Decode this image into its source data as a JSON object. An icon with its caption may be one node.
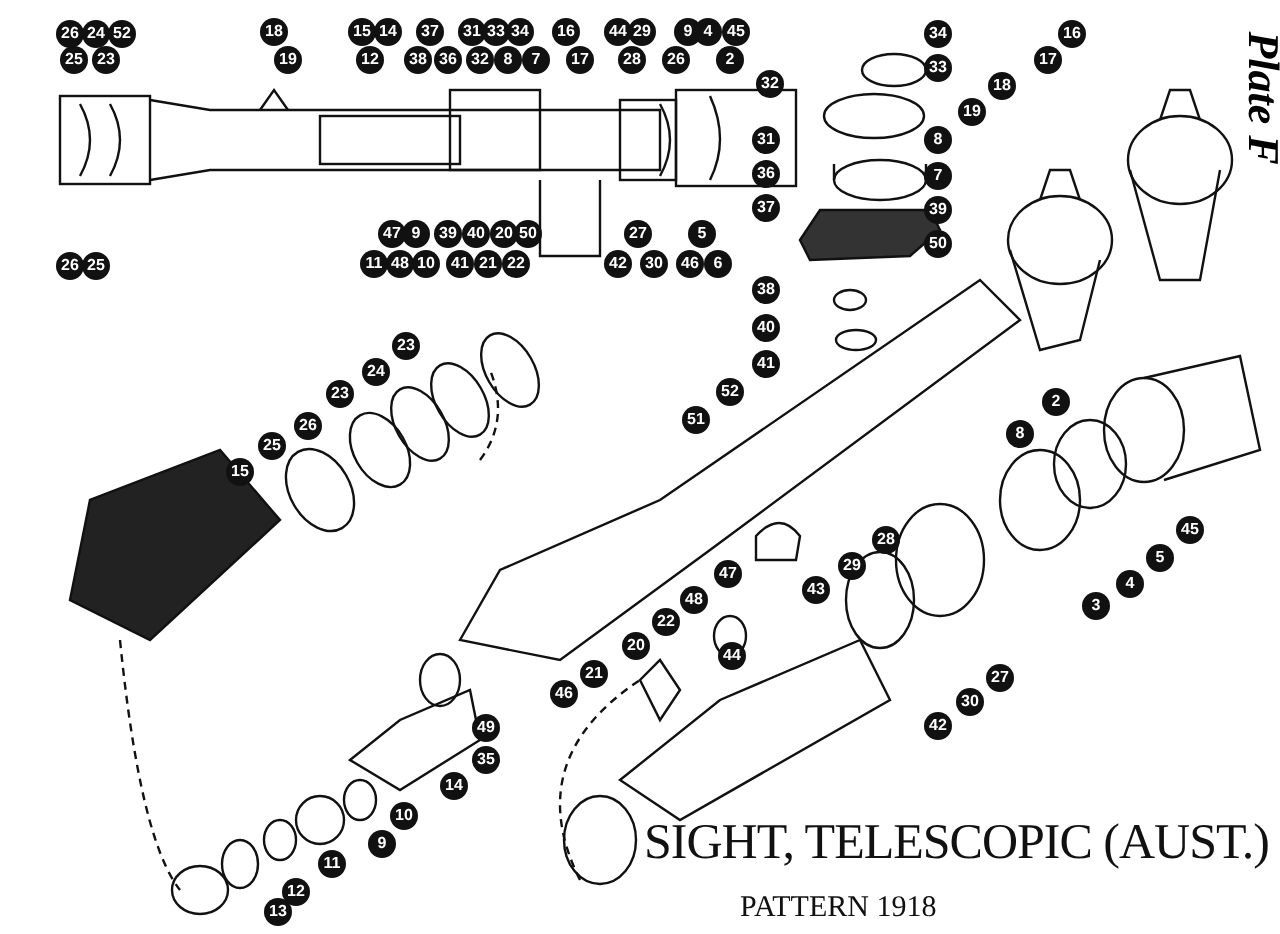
{
  "diagram": {
    "title": "SIGHT, TELESCOPIC (AUST.)",
    "labels": [
      "Plate F",
      "26",
      "24",
      "52",
      "18",
      "15",
      "14",
      "37",
      "31",
      "33",
      "34",
      "16",
      "44",
      "29",
      "9",
      "4",
      "45",
      "34",
      "16",
      "25",
      "23",
      "19",
      "12",
      "38",
      "36",
      "32",
      "8",
      "7",
      "17",
      "28",
      "26",
      "2",
      "17",
      "33",
      "32",
      "18",
      "19",
      "31",
      "8",
      "36",
      "7",
      "37",
      "39",
      "50",
      "47",
      "9",
      "39",
      "40",
      "20",
      "50",
      "27",
      "5",
      "26",
      "25",
      "11",
      "48",
      "10",
      "41",
      "21",
      "22",
      "42",
      "30",
      "46",
      "6",
      "38",
      "40",
      "23",
      "41",
      "24",
      "23",
      "52",
      "2",
      "26",
      "51",
      "8",
      "25",
      "15",
      "45",
      "28",
      "5",
      "29",
      "47",
      "4",
      "43",
      "48",
      "3",
      "22",
      "20",
      "44",
      "21",
      "27",
      "46",
      "30",
      "49",
      "42",
      "35",
      "14",
      "10",
      "9",
      "11",
      "12",
      "13",
      "PATTERN 1918"
    ]
  }
}
